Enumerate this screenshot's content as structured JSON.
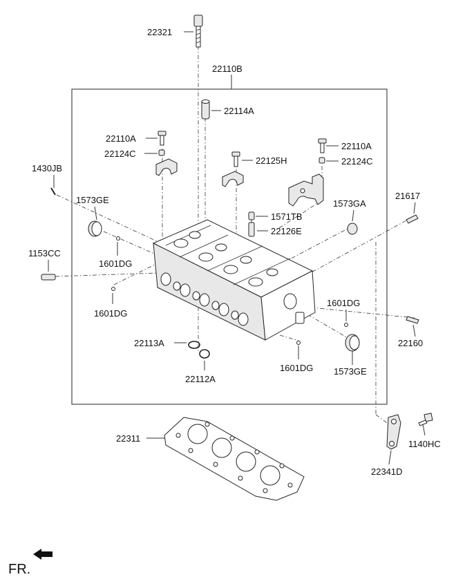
{
  "labels": {
    "l22321": "22321",
    "l22110B": "22110B",
    "l22114A": "22114A",
    "l22110A_left": "22110A",
    "l22124C_left": "22124C",
    "l22110A_right": "22110A",
    "l22124C_right": "22124C",
    "l22125H": "22125H",
    "l1430JB": "1430JB",
    "l1573GE_top": "1573GE",
    "l1571TB": "1571TB",
    "l1573GA": "1573GA",
    "l21617": "21617",
    "l22126E": "22126E",
    "l1153CC": "1153CC",
    "l1601DG_1": "1601DG",
    "l1601DG_2": "1601DG",
    "l1601DG_3": "1601DG",
    "l1601DG_4": "1601DG",
    "l22113A": "22113A",
    "l22112A": "22112A",
    "l22160": "22160",
    "l1573GE_bottom": "1573GE",
    "l22311": "22311",
    "l1140HC": "1140HC",
    "l22341D": "22341D",
    "fr": "FR."
  }
}
